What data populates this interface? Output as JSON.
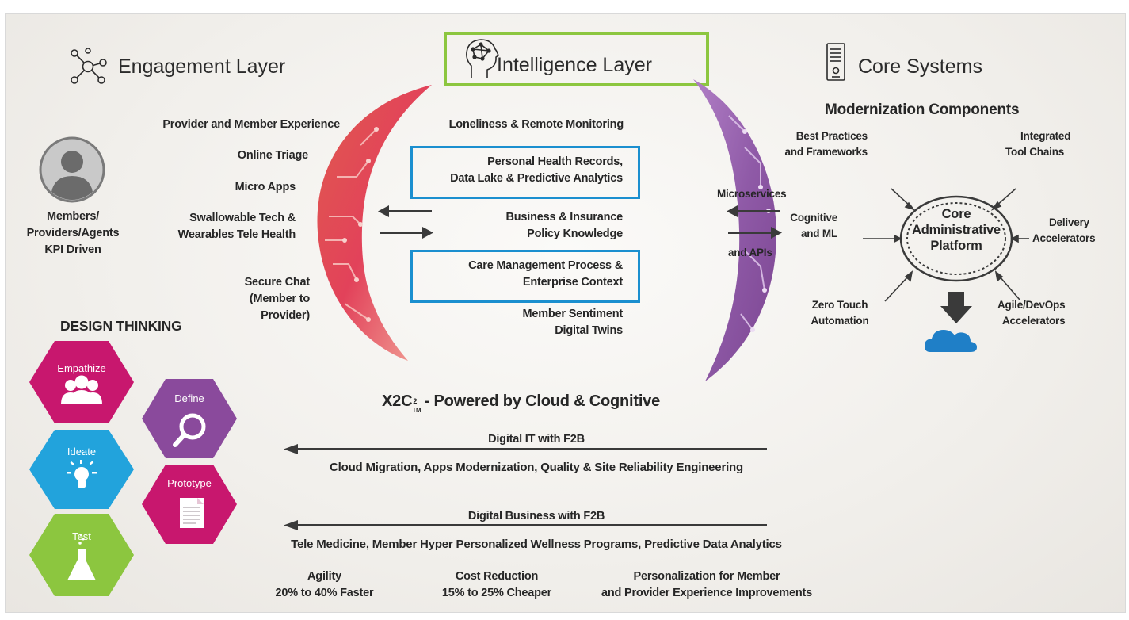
{
  "header": {
    "engagement_title": "Engagement Layer",
    "intelligence_title": "Intelligence Layer",
    "core_title": "Core Systems"
  },
  "engagement": {
    "items": [
      "Provider and Member Experience",
      "Online Triage",
      "Micro Apps",
      "Swallowable Tech &",
      "Wearables Tele Health",
      "Secure Chat",
      "(Member to",
      "Provider)"
    ],
    "user_label": [
      "Members/",
      "Providers/Agents",
      "KPI Driven"
    ]
  },
  "intelligence": {
    "loneliness": "Loneliness & Remote Monitoring",
    "phr_line1": "Personal Health Records,",
    "phr_line2": "Data Lake & Predictive Analytics",
    "business_line1": "Business & Insurance",
    "business_line2": "Policy Knowledge",
    "care_line1": "Care Management Process &",
    "care_line2": "Enterprise Context",
    "sentiment_line1": "Member Sentiment",
    "sentiment_line2": "Digital Twins"
  },
  "connectors": {
    "microservices": "Microservices",
    "cognitive_line1": "Cognitive",
    "cognitive_line2": "and ML",
    "apis": "and APIs"
  },
  "core": {
    "subtitle": "Modernization Components",
    "center_line1": "Core",
    "center_line2": "Administrative",
    "center_line3": "Platform",
    "best_line1": "Best Practices",
    "best_line2": "and Frameworks",
    "integrated_line1": "Integrated",
    "integrated_line2": "Tool Chains",
    "delivery_line1": "Delivery",
    "delivery_line2": "Accelerators",
    "agile_line1": "Agile/DevOps",
    "agile_line2": "Accelerators",
    "zero_line1": "Zero Touch",
    "zero_line2": "Automation"
  },
  "design": {
    "title": "DESIGN THINKING",
    "empathize": "Empathize",
    "define": "Define",
    "ideate": "Ideate",
    "prototype": "Prototype",
    "test": "Test"
  },
  "bottom": {
    "x2c_main": "X2C",
    "x2c_sup": "2",
    "x2c_sub": "TM",
    "x2c_rest": " - Powered by Cloud & Cognitive",
    "digital_it": "Digital IT with F2B",
    "digital_it_desc": "Cloud Migration, Apps Modernization, Quality & Site Reliability Engineering",
    "digital_business": "Digital Business with F2B",
    "digital_business_desc": "Tele Medicine, Member Hyper Personalized Wellness Programs, Predictive Data Analytics",
    "agility_line1": "Agility",
    "agility_line2": "20% to 40% Faster",
    "cost_line1": "Cost Reduction",
    "cost_line2": "15% to 25% Cheaper",
    "personal_line1": "Personalization for Member",
    "personal_line2": "and Provider Experience Improvements"
  },
  "colors": {
    "green": "#8cc63f",
    "blue": "#1b8fcf",
    "magenta": "#c8176e",
    "purple": "#8a4a9c",
    "cyan": "#22a3dc",
    "lime": "#8cc63f",
    "cloud": "#1f7fc7"
  }
}
